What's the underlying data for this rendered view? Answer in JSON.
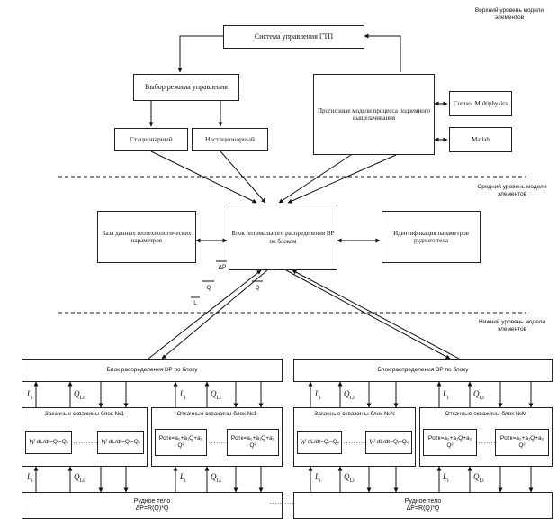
{
  "levels": {
    "top": "Верхний уровень модели элементов",
    "middle": "Средний уровень модели элементов",
    "bottom": "Нижний уровень модели элементов"
  },
  "top_blocks": {
    "control_system": "Система управления ГТП",
    "mode_select": "Выбор режима управления",
    "stationary": "Стационарный",
    "nonstationary": "Нестационарный",
    "forecast_models": "Прогнозные модели процесса подземного выщелачивания",
    "comsol": "Comsol Multiphysics",
    "matlab": "Matlab"
  },
  "middle_blocks": {
    "database": "База данных геотехнологических параметров",
    "optimal_distribution": "Блок оптимального распределения ВР по блокам",
    "identification": "Идентификация параметров рудного тела"
  },
  "link_labels": {
    "q1": "Q",
    "dp": "ΔP",
    "l": "L",
    "q2": "Q"
  },
  "bottom_left": {
    "distribution": "Блок распределения ВР по блоку",
    "injection": "Закачные скважины блок №1",
    "pumping": "Откачные скважины блок №1",
    "ore_title": "Рудное тело",
    "ore_eq": "ΔP=R(Q)*Q"
  },
  "bottom_right": {
    "distribution": "Блок распределения ВР по блоку",
    "injection": "Закачные скважины блок №N",
    "pumping": "Откачные скважины блок №M",
    "ore_title": "Рудное тело",
    "ore_eq": "ΔP=R(Q)*Q"
  },
  "symbols": {
    "L": "L",
    "L_sub": "i",
    "Q": "Q",
    "Q_sub": "Li"
  },
  "equations": {
    "injection_prefix": "W",
    "injection_frac": "dL/dt",
    "injection_rhs": "=Qᵢ−Qᵢᵢ",
    "pump_a": "Pотк=a₀+a₁Q+a₂",
    "pump_b": "Q²",
    "pump_c": "Pотк=a₀+a₁Q+a₂",
    "pump_d": "Q²"
  },
  "separators": {
    "dots": "..........."
  }
}
